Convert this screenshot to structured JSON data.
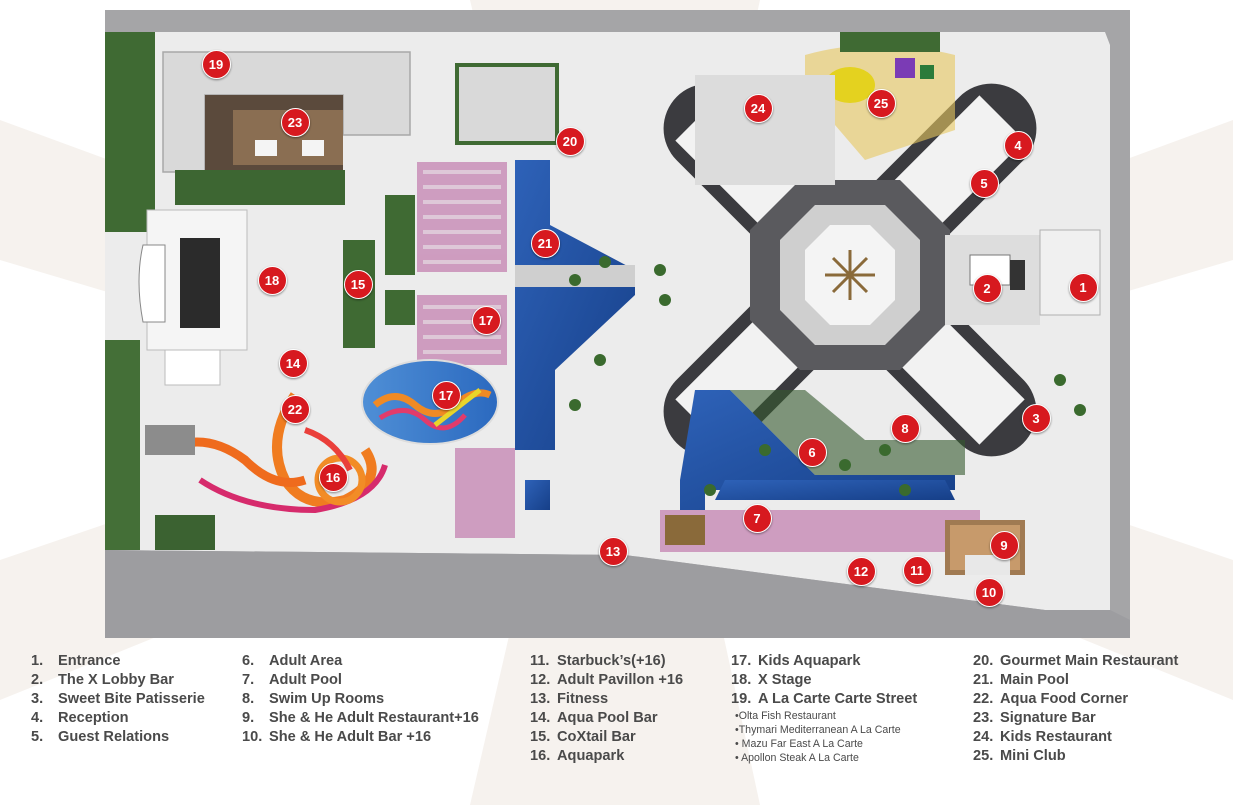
{
  "map": {
    "markers": [
      {
        "n": "1"
      },
      {
        "n": "2"
      },
      {
        "n": "3"
      },
      {
        "n": "4"
      },
      {
        "n": "5"
      },
      {
        "n": "6"
      },
      {
        "n": "7"
      },
      {
        "n": "8"
      },
      {
        "n": "9"
      },
      {
        "n": "10"
      },
      {
        "n": "11"
      },
      {
        "n": "12"
      },
      {
        "n": "13"
      },
      {
        "n": "14"
      },
      {
        "n": "15"
      },
      {
        "n": "17"
      },
      {
        "n": "17"
      },
      {
        "n": "18"
      },
      {
        "n": "19"
      },
      {
        "n": "20"
      },
      {
        "n": "21"
      },
      {
        "n": "22"
      },
      {
        "n": "23"
      },
      {
        "n": "24"
      },
      {
        "n": "25"
      },
      {
        "n": "16"
      }
    ]
  },
  "colors": {
    "marker": "#d7191f",
    "legend_text": "#4a4a4a",
    "pool": "#1f4d9e",
    "building_roof": "#f2f2f2",
    "building_dark": "#3b3b3f",
    "ground": "#e9e9ea",
    "greenery": "#3f6a33"
  },
  "legend": {
    "col1": [
      {
        "num": "1.",
        "label": "Entrance"
      },
      {
        "num": "2.",
        "label": "The X Lobby Bar"
      },
      {
        "num": "3.",
        "label": "Sweet Bite Patisserie"
      },
      {
        "num": "4.",
        "label": "Reception"
      },
      {
        "num": "5.",
        "label": "Guest Relations"
      }
    ],
    "col2": [
      {
        "num": "6.",
        "label": "Adult Area"
      },
      {
        "num": "7.",
        "label": "Adult Pool"
      },
      {
        "num": "8.",
        "label": "Swim Up Rooms"
      },
      {
        "num": "9.",
        "label": "She & He Adult Restaurant+16"
      },
      {
        "num": "10.",
        "label": "She & He Adult Bar +16"
      }
    ],
    "col3": [
      {
        "num": "11.",
        "label": "Starbuck’s(+16)"
      },
      {
        "num": "12.",
        "label": "Adult Pavillon +16"
      },
      {
        "num": "13.",
        "label": "Fitness"
      },
      {
        "num": "14.",
        "label": "Aqua Pool Bar"
      },
      {
        "num": "15.",
        "label": "CoXtail Bar"
      },
      {
        "num": "16.",
        "label": "Aquapark"
      }
    ],
    "col4": [
      {
        "num": "17.",
        "label": "Kids Aquapark"
      },
      {
        "num": "18.",
        "label": "X Stage"
      },
      {
        "num": "19.",
        "label": "A La Carte Carte Street"
      }
    ],
    "col4_sub": [
      "•Olta Fish Restaurant",
      "•Thymari Mediterranean A La Carte",
      "• Mazu Far East A La Carte",
      "• Apollon Steak A La Carte"
    ],
    "col5": [
      {
        "num": "20.",
        "label": "Gourmet Main Restaurant"
      },
      {
        "num": "21.",
        "label": "Main Pool"
      },
      {
        "num": "22.",
        "label": "Aqua Food Corner"
      },
      {
        "num": "23.",
        "label": "Signature Bar"
      },
      {
        "num": "24.",
        "label": "Kids Restaurant"
      },
      {
        "num": "25.",
        "label": "Mini Club"
      }
    ]
  }
}
